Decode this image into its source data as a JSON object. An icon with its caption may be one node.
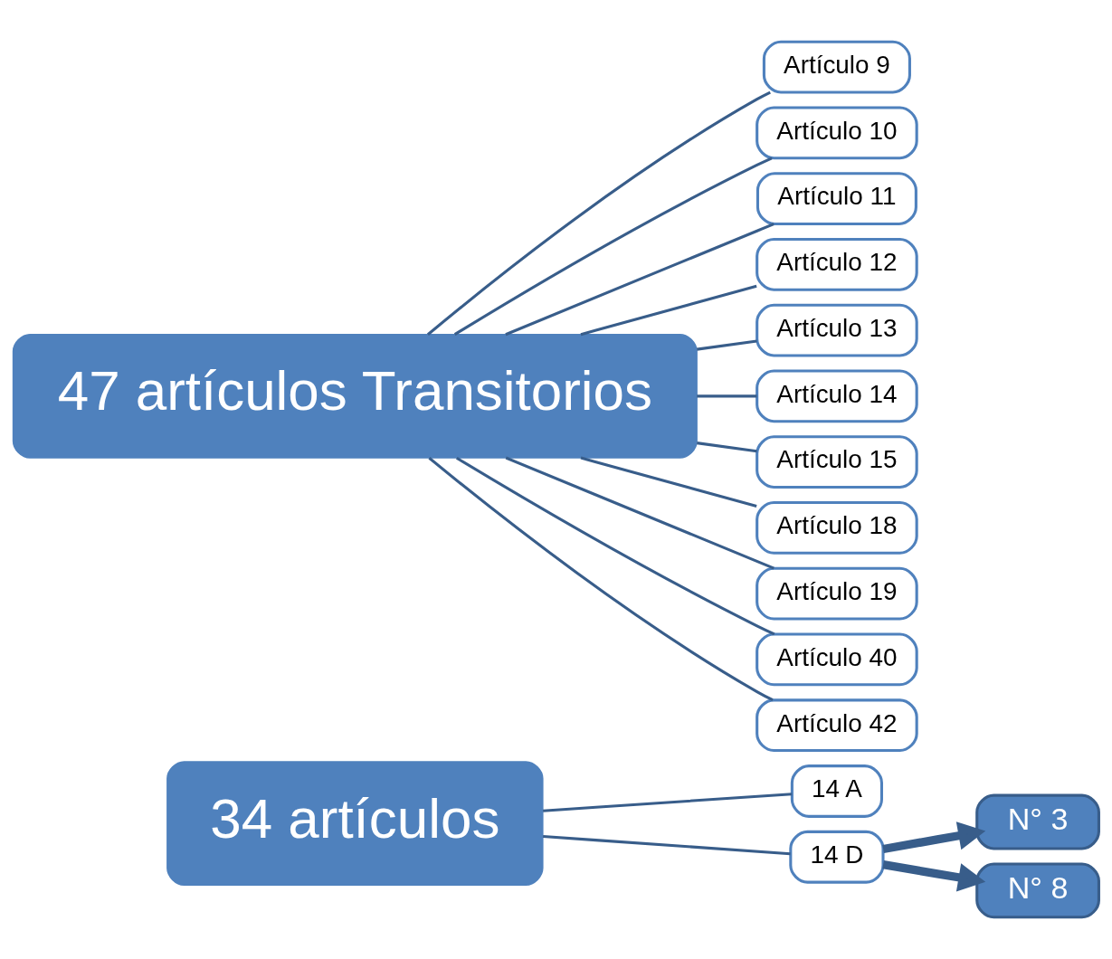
{
  "diagram": {
    "nodes": [
      {
        "text": [
          "34 artículos"
        ]
      },
      {
        "text": [
          "47 artículos Transitorios"
        ]
      },
      {
        "text": [
          "14 A"
        ]
      },
      {
        "text": [
          "14 D"
        ]
      },
      {
        "text": [
          "N° 3"
        ]
      },
      {
        "text": [
          "N° 8"
        ]
      },
      {
        "text": [
          "Artículo 9"
        ]
      },
      {
        "text": [
          "Artículo 10"
        ]
      },
      {
        "text": [
          "Artículo 11"
        ]
      },
      {
        "text": [
          "Artículo 12"
        ]
      },
      {
        "text": [
          "Artículo 13"
        ]
      },
      {
        "text": [
          "Artículo 14"
        ]
      },
      {
        "text": [
          "Artículo 15"
        ]
      },
      {
        "text": [
          "Artículo 18"
        ]
      },
      {
        "text": [
          "Artículo 19"
        ]
      },
      {
        "text": [
          "Artículo 40"
        ]
      },
      {
        "text": [
          "Artículo 42"
        ]
      }
    ],
    "edges": [
      {
        "from": 0,
        "to": 2,
        "arrow": "none"
      },
      {
        "from": 0,
        "to": 3,
        "arrow": "none"
      },
      {
        "from": 3,
        "to": 4,
        "arrow": "to",
        "style": "thick"
      },
      {
        "from": 3,
        "to": 5,
        "arrow": "to",
        "style": "thick"
      },
      {
        "from": 1,
        "to": 6,
        "arrow": "none"
      },
      {
        "from": 1,
        "to": 7,
        "arrow": "none"
      },
      {
        "from": 1,
        "to": 8,
        "arrow": "none"
      },
      {
        "from": 1,
        "to": 9,
        "arrow": "none"
      },
      {
        "from": 1,
        "to": 10,
        "arrow": "none"
      },
      {
        "from": 1,
        "to": 11,
        "arrow": "none"
      },
      {
        "from": 1,
        "to": 12,
        "arrow": "none"
      },
      {
        "from": 1,
        "to": 13,
        "arrow": "none"
      },
      {
        "from": 1,
        "to": 14,
        "arrow": "none"
      },
      {
        "from": 1,
        "to": 15,
        "arrow": "none"
      },
      {
        "from": 1,
        "to": 16,
        "arrow": "none"
      }
    ]
  }
}
